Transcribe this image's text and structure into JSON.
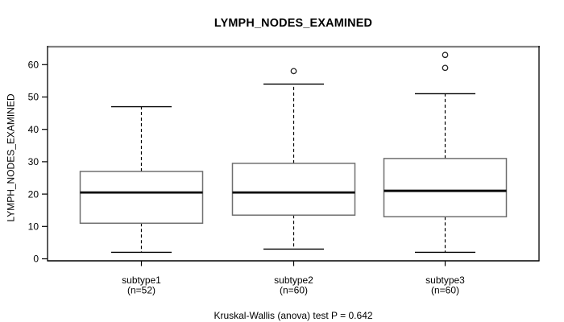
{
  "chart_data": {
    "type": "boxplot",
    "title": "LYMPH_NODES_EXAMINED",
    "xlabel": "",
    "ylabel": "LYMPH_NODES_EXAMINED",
    "caption": "Kruskal-Wallis (anova) test P = 0.642",
    "y_ticks": [
      0,
      10,
      20,
      30,
      40,
      50,
      60
    ],
    "ylim": [
      -2,
      66
    ],
    "grid": false,
    "legend": "none",
    "categories": [
      {
        "label": "subtype1",
        "sublabel": "(n=52)"
      },
      {
        "label": "subtype2",
        "sublabel": "(n=60)"
      },
      {
        "label": "subtype3",
        "sublabel": "(n=60)"
      }
    ],
    "series": [
      {
        "name": "subtype1",
        "n": 52,
        "whisker_low": 2,
        "q1": 11,
        "median": 20.5,
        "q3": 27,
        "whisker_high": 47,
        "outliers": []
      },
      {
        "name": "subtype2",
        "n": 60,
        "whisker_low": 3,
        "q1": 13.5,
        "median": 20.5,
        "q3": 29.5,
        "whisker_high": 54,
        "outliers": [
          58
        ]
      },
      {
        "name": "subtype3",
        "n": 60,
        "whisker_low": 2,
        "q1": 13,
        "median": 21,
        "q3": 31,
        "whisker_high": 51,
        "outliers": [
          59,
          63
        ]
      }
    ],
    "colors": {
      "text": "#000000",
      "box_fill": "#ffffff",
      "box_border": "#6f6f6f",
      "median": "#000000",
      "whisker": "#000000",
      "outlier": "#222222",
      "plot_border": "#000000",
      "plot_border_top": "#808080",
      "background": "#ffffff"
    }
  }
}
